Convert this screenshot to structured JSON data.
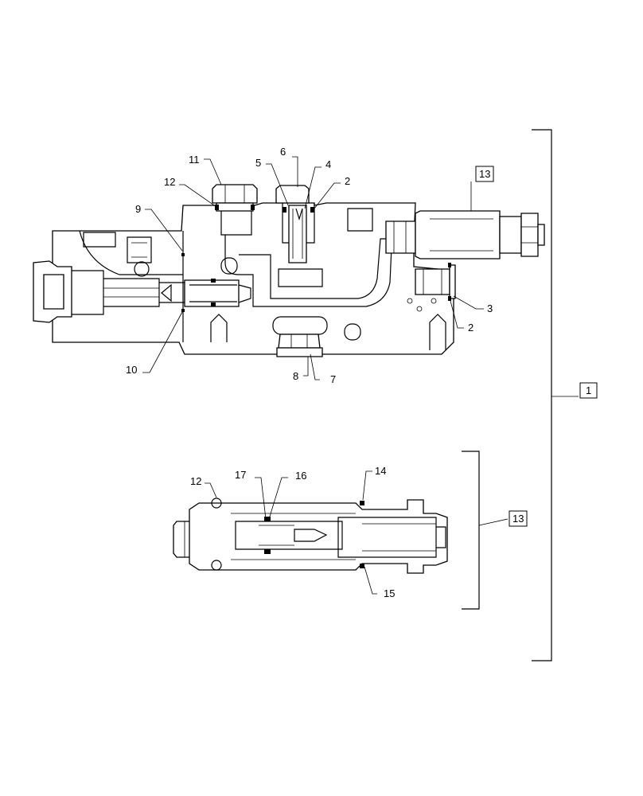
{
  "callouts": {
    "n1": "1",
    "n2a": "2",
    "n2b": "2",
    "n3": "3",
    "n4": "4",
    "n5": "5",
    "n6": "6",
    "n7": "7",
    "n8": "8",
    "n9": "9",
    "n10": "10",
    "n11": "11",
    "n12a": "12",
    "n12b": "12",
    "n13a": "13",
    "n13b": "13",
    "n14": "14",
    "n15": "15",
    "n16": "16",
    "n17": "17"
  }
}
